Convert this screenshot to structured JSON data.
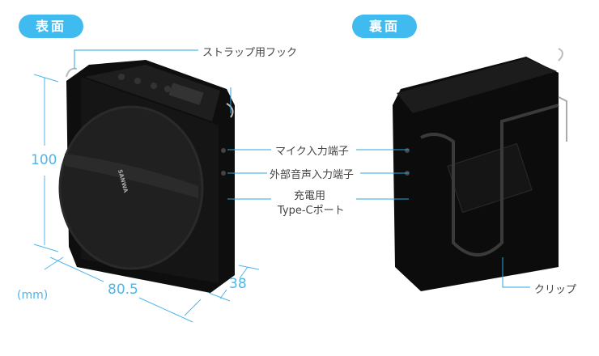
{
  "badges": {
    "front": "表面",
    "back": "裏面"
  },
  "labels": {
    "strap_hook": "ストラップ用フック",
    "mic_input": "マイク入力端子",
    "external_audio_input": "外部音声入力端子",
    "charge_port_line1": "充電用",
    "charge_port_line2": "Type-Cポート",
    "clip": "クリップ"
  },
  "dimensions": {
    "height": "100",
    "width": "80.5",
    "depth": "38",
    "unit": "(mm)"
  },
  "logo": "SANWA",
  "colors": {
    "accent": "#3fbbf0",
    "leader_line": "#2aa6dc",
    "device": "#111111"
  }
}
